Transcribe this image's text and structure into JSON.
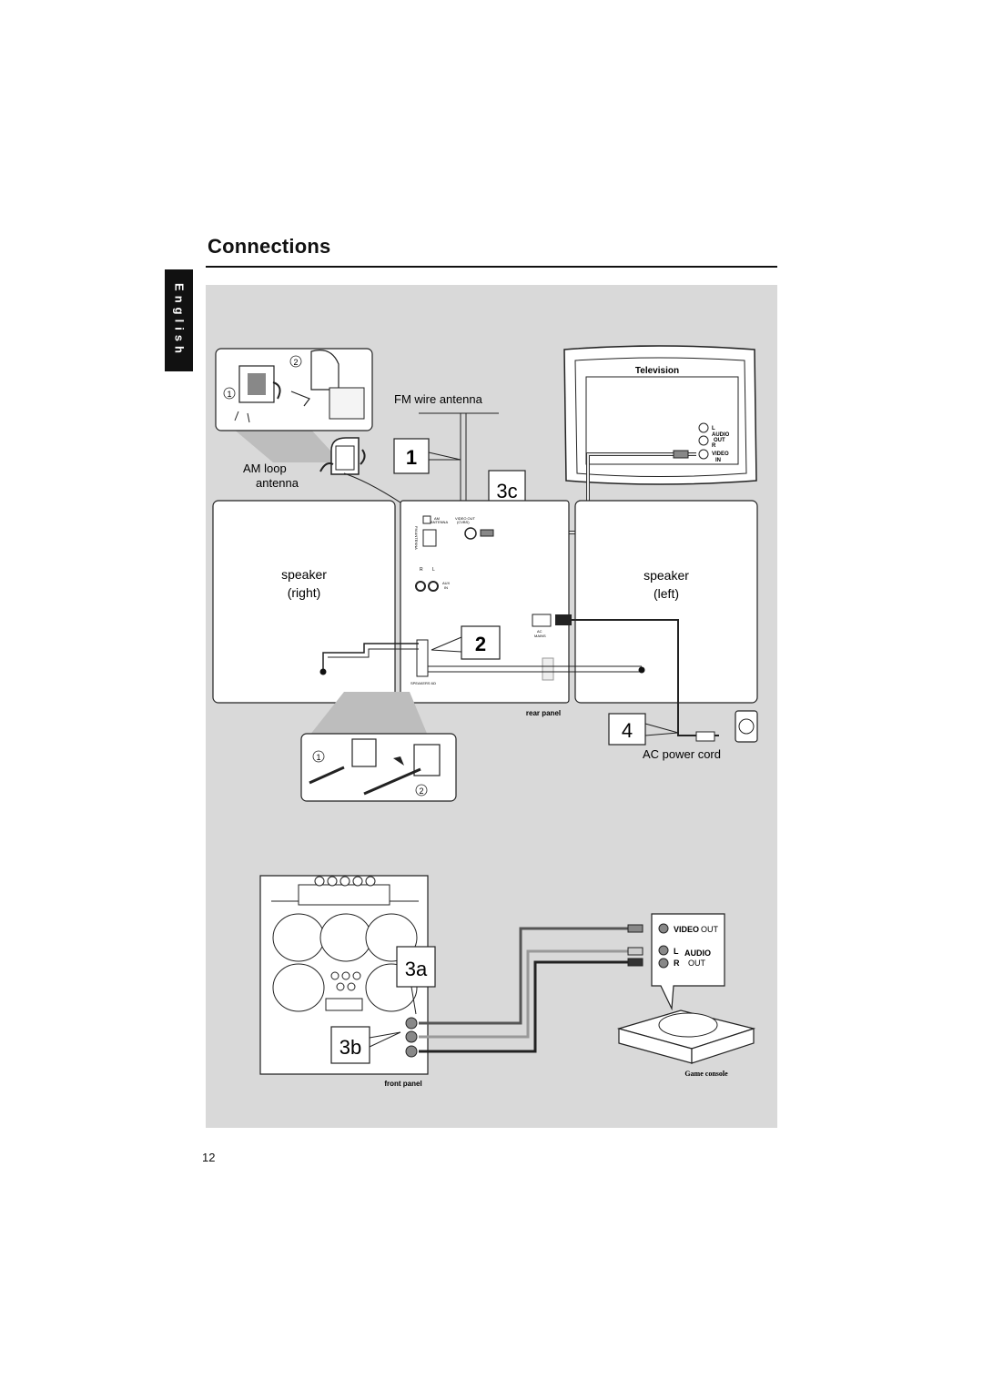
{
  "page": {
    "title": "Connections",
    "language_tab": "English",
    "page_number": "12"
  },
  "labels": {
    "fm_wire_antenna": "FM wire antenna",
    "am_loop_line1": "AM loop",
    "am_loop_line2": "antenna",
    "speaker_right_line1": "speaker",
    "speaker_right_line2": "(right)",
    "speaker_left_line1": "speaker",
    "speaker_left_line2": "(left)",
    "ac_power_cord": "AC power cord",
    "rear_panel": "rear panel",
    "front_panel": "front panel",
    "television": "Television",
    "game_console": "Game console"
  },
  "steps": {
    "s1": "1",
    "s2": "2",
    "s3a": "3a",
    "s3b": "3b",
    "s3c": "3c",
    "s4": "4"
  },
  "tv_jacks": {
    "l": "L",
    "audio": "AUDIO",
    "out": "OUT",
    "r": "R",
    "video": "VIDEO",
    "in": "IN"
  },
  "rear_labels": {
    "am_antenna_1": "AM",
    "am_antenna_2": "ANTENNA",
    "fm_antenna": "FM ANTENNA",
    "video_out_1": "VIDEO OUT",
    "video_out_2": "(CVBS)",
    "r": "R",
    "l": "L",
    "aux_1": "AUX",
    "aux_2": "IN",
    "ac_1": "AC",
    "ac_2": "MAINS",
    "speakers": "SPEAKERS 6Ω"
  },
  "console_jacks": {
    "video": "VIDEO",
    "out": "OUT",
    "l": "L",
    "r": "R",
    "audio": "AUDIO",
    "audio_out": "OUT"
  },
  "inset_markers": {
    "one": "1",
    "two": "2"
  },
  "colors": {
    "panel": "#d9d9d9",
    "ink": "#111111",
    "white": "#ffffff"
  }
}
